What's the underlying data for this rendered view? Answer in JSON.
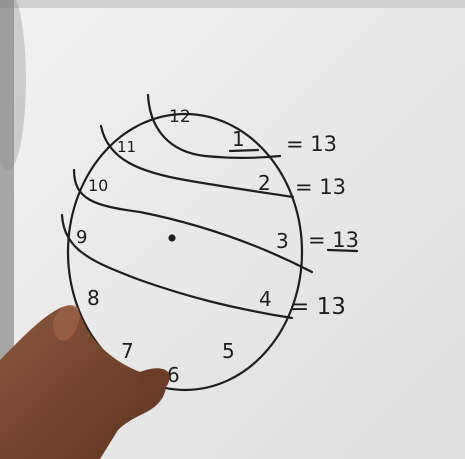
{
  "clock": {
    "numbers": {
      "n12": "12",
      "n1": "1",
      "n2": "2",
      "n3": "3",
      "n4": "4",
      "n5": "5",
      "n6": "6",
      "n7": "7",
      "n8": "8",
      "n9": "9",
      "n10": "10",
      "n11": "11"
    }
  },
  "sums": {
    "row1": "= 13",
    "row2": "= 13",
    "row3": "= 13",
    "row4": "= 13"
  },
  "colors": {
    "board": "#ececec",
    "ink": "#1e1e1e",
    "skin": "#7a4a32"
  }
}
